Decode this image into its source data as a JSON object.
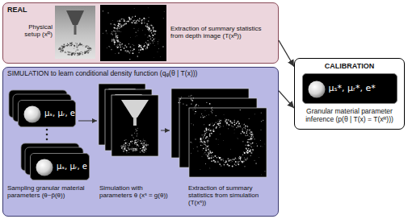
{
  "diagram": {
    "nodes": [
      {
        "text": [
          "REAL"
        ]
      },
      {
        "text": [
          "SIMULATION to learn conditional density function (qᵩ(θ | T(x)))"
        ]
      },
      {
        "text": [
          "μₛ, μᵣ, e"
        ],
        "in": 1
      },
      {
        "text": [
          "μₛ, μᵣ, e"
        ],
        "in": 1
      },
      {
        "text": [
          "CALIBRATION",
          "Granular material parameter inference (p(θ | T(x) = T(xᴿ)))"
        ]
      },
      {
        "text": [
          "μₛ*, μᵣ*, e*"
        ],
        "in": 4
      }
    ],
    "edges": [
      {
        "from": 0,
        "to": 4,
        "arrow": "to"
      },
      {
        "from": 1,
        "to": 4,
        "arrow": "to"
      }
    ],
    "labels": [
      "Physical setup (xᴿ)",
      "Extraction of summary statistics from depth image (T(xᴿ))",
      "Sampling granular material parameters (θ~p̃(θ))",
      "Simulation with parameters θ (xˢ = g(θ))",
      "Extraction of summary statistics from simulation (T(xˢ))"
    ]
  }
}
